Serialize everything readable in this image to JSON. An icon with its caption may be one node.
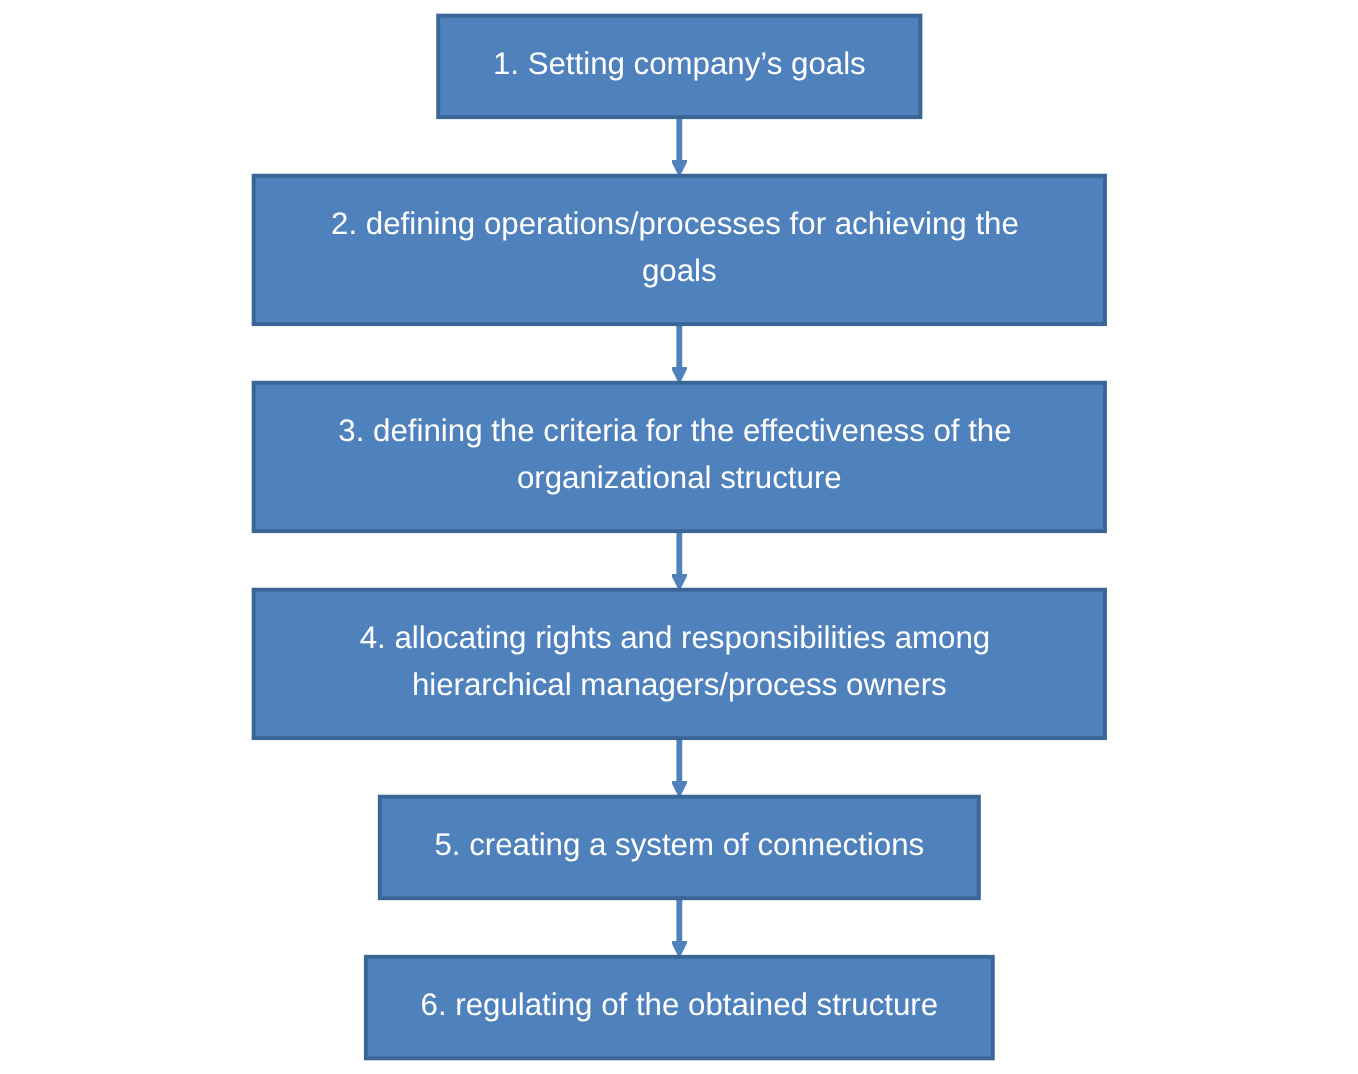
{
  "diagram": {
    "nodes": [
      {
        "text": [
          "1. Setting company’s goals"
        ]
      },
      {
        "text": [
          "2. defining operations/processes for achieving the goals"
        ]
      },
      {
        "text": [
          "3. defining the criteria for the effectiveness of the organizational structure"
        ]
      },
      {
        "text": [
          "4. allocating rights and responsibilities among hierarchical managers/process owners"
        ]
      },
      {
        "text": [
          "5. creating a system of connections"
        ]
      },
      {
        "text": [
          "6. regulating of the obtained structure"
        ]
      }
    ],
    "edges": [
      {
        "from": 0,
        "to": 1,
        "arrow": "to"
      },
      {
        "from": 1,
        "to": 2,
        "arrow": "to"
      },
      {
        "from": 2,
        "to": 3,
        "arrow": "to"
      },
      {
        "from": 3,
        "to": 4,
        "arrow": "to"
      },
      {
        "from": 4,
        "to": 5,
        "arrow": "to"
      }
    ]
  }
}
